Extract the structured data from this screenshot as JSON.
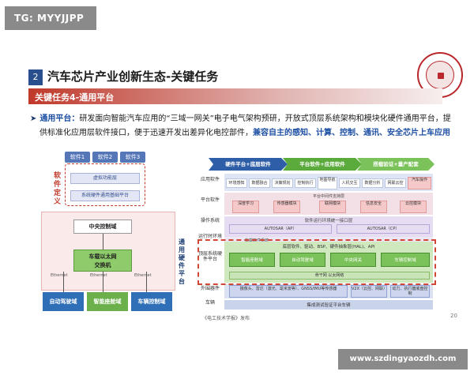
{
  "watermark_top": "TG: MYYJJPP",
  "watermark_bottom": "www.szdingyaozdh.com",
  "slide": {
    "number": "2",
    "title": "汽车芯片产业创新生态-关键任务",
    "task_label": "关键任务4-通用平台",
    "bullet": {
      "lead": "通用平台：",
      "text1": "研发面向智能汽车应用的“三域一网关”电子电气架构预研，开放式顶层系统架构和模块化硬件通用平台，提",
      "text2": "供标准化应用层软件接口，便于迅速开发出差异化电控部件，",
      "highlight": "兼容自主的感知、计算、控制、通讯、安全芯片上车应用"
    },
    "source": "《电工技术学报》发布",
    "page": "20"
  },
  "left_diagram": {
    "software": [
      "软件1",
      "软件2",
      "软件3"
    ],
    "virtualization": "虚拟功能层",
    "base_platform": "系统硬件通用基础平台",
    "label_software_defined": "软件定义",
    "central": "中央控制域",
    "switch_line1": "车载以太网",
    "switch_line2": "交换机",
    "ethernet": [
      "Ethernet",
      "Ethernet",
      "Ethernet"
    ],
    "domains": [
      "自动驾驶域",
      "智能座舱域",
      "车辆控制域"
    ]
  },
  "right_diagram": {
    "phases": [
      "硬件平台+底层软件",
      "平台软件+应用软件",
      "搭载验证+量产配套"
    ],
    "rows": {
      "app": "应用软件",
      "platform_sw": "平台软件",
      "os": "操作系统",
      "runtime": "运行时环境",
      "top_system": "顶层系统硬件平台",
      "peripheral": "外围器件",
      "vehicle": "车辆"
    },
    "app_cells": [
      "环境感知",
      "数据融合",
      "决策规划",
      "控制执行",
      "地图导航",
      "人机交互",
      "数据分析",
      "网联云控",
      "汽车操作"
    ],
    "platform_header": "平台中间件支持层",
    "platform_cells": [
      "深度学习",
      "传感器模块",
      "联网模块",
      "信息安全",
      "云控模块"
    ],
    "os_line": "软件运行环境统一接口层",
    "autosar_ap": "AUTOSAR（AP）",
    "autosar_cp": "AUTOSAR（CP）",
    "rt_label": "车载软件系统",
    "hal": "底层软件、驱动、BSP、硬件抽象层(HAL)、API",
    "domains": [
      "智能座舱域",
      "自动驾驶域",
      "中央网关",
      "车辆控制域"
    ],
    "backbone": "骨干网 以太网络",
    "peripheral_cells": [
      "摄像头、雷达（激光、毫米波等）、GNSS/IMU等传感器",
      "V2X（云控、网联）",
      "动力、执行器底盘控制"
    ],
    "vehicle_line": "集成测试验证平台车辆",
    "general_platform_label": "通用硬件平台"
  },
  "colors": {
    "accent_red": "#c0392b",
    "title_blue": "#2a4f8e",
    "domain_blue": "#2e6fb8",
    "domain_green": "#6bb04a",
    "phase_blue": "#2f5ea8",
    "phase_green": "#5aab3c",
    "phase_green2": "#7cc25a"
  }
}
